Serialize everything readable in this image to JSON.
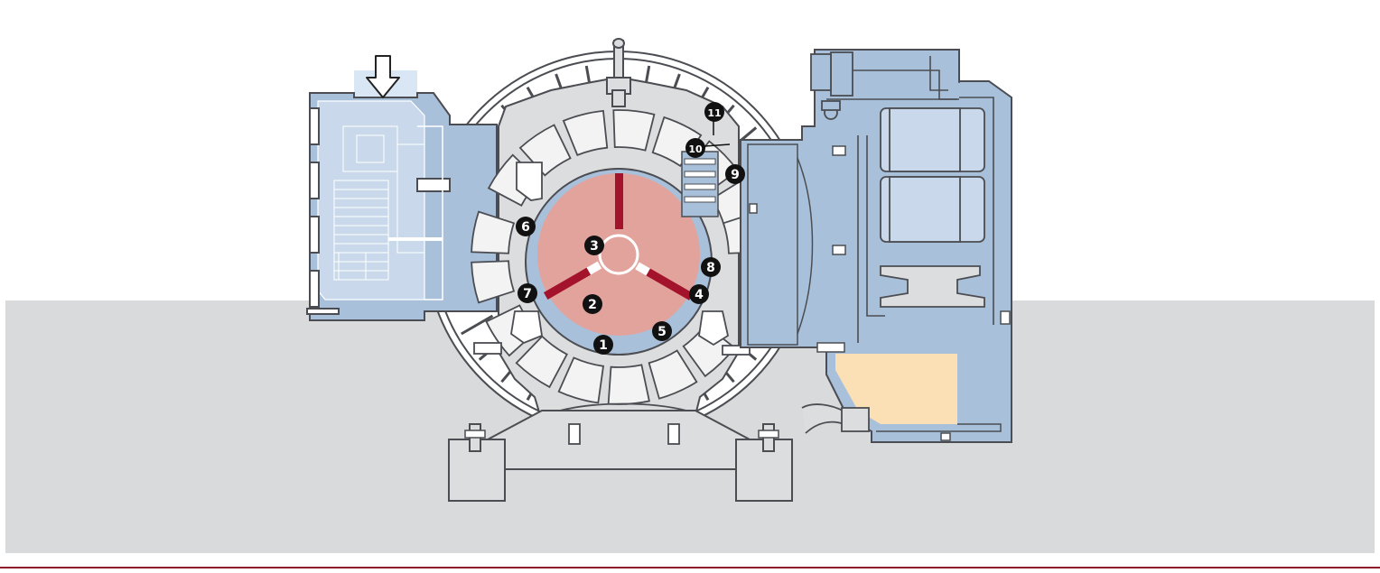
{
  "colors": {
    "background": "#ffffff",
    "floor_band": "#d9dadc",
    "bottom_rule": "#8a1a2c",
    "housing_grey": "#dcdddf",
    "housing_stroke": "#4b4d52",
    "oil_blue": "#a9c0da",
    "oil_blue_light": "#c9d8ea",
    "rotor_pink": "#e2a39c",
    "vane_red": "#a3132b",
    "oil_sump": "#fbe0b5",
    "inlet_highlight": "#cfe0f1",
    "marker_fill": "#111111",
    "marker_text": "#ffffff"
  },
  "icons": {
    "inlet_arrow": "down-arrow-icon"
  },
  "markers": [
    {
      "id": "1",
      "label": "1"
    },
    {
      "id": "2",
      "label": "2"
    },
    {
      "id": "3",
      "label": "3"
    },
    {
      "id": "4",
      "label": "4"
    },
    {
      "id": "5",
      "label": "5"
    },
    {
      "id": "6",
      "label": "6"
    },
    {
      "id": "7",
      "label": "7"
    },
    {
      "id": "8",
      "label": "8"
    },
    {
      "id": "9",
      "label": "9"
    },
    {
      "id": "10",
      "label": "10"
    },
    {
      "id": "11",
      "label": "11"
    }
  ]
}
